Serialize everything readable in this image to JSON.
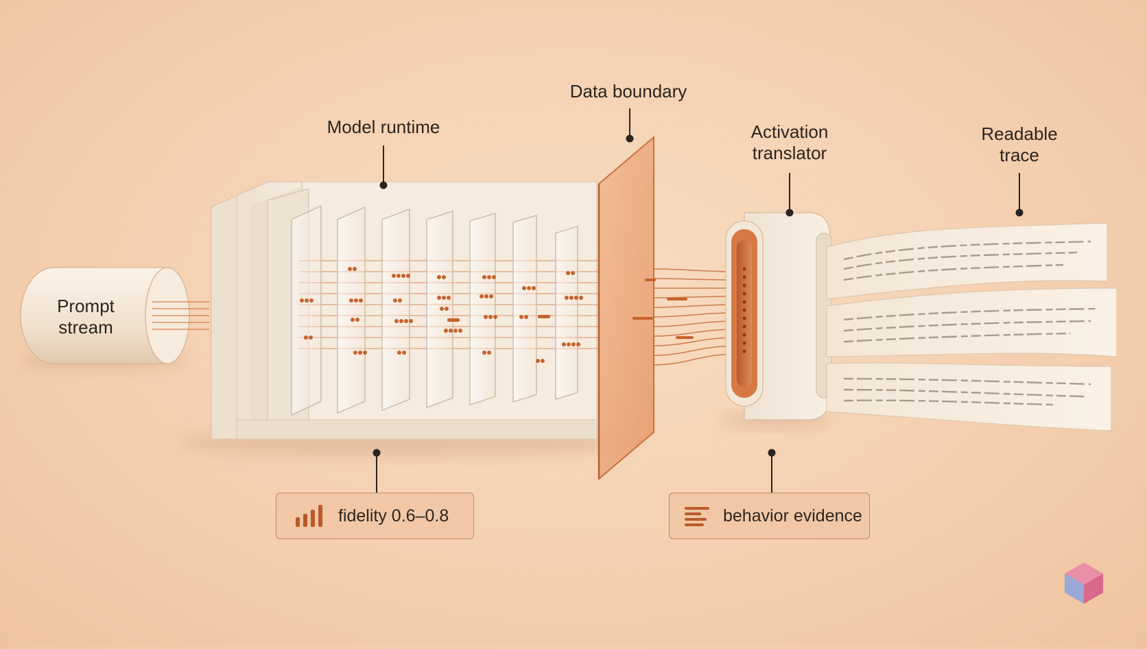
{
  "labels": {
    "prompt_line1": "Prompt",
    "prompt_line2": "stream",
    "model_runtime": "Model runtime",
    "data_boundary": "Data boundary",
    "activation_line1": "Activation",
    "activation_line2": "translator",
    "readable_line1": "Readable",
    "readable_line2": "trace"
  },
  "badges": {
    "fidelity": "fidelity 0.6–0.8",
    "evidence": "behavior evidence"
  },
  "icons": {
    "fidelity": "signal-bars-icon",
    "evidence": "text-lines-icon",
    "corner_logo": "cube-logo-icon"
  },
  "colors": {
    "accent": "#c86a35",
    "background": "#f4cfae",
    "device": "#f3e6d6"
  }
}
